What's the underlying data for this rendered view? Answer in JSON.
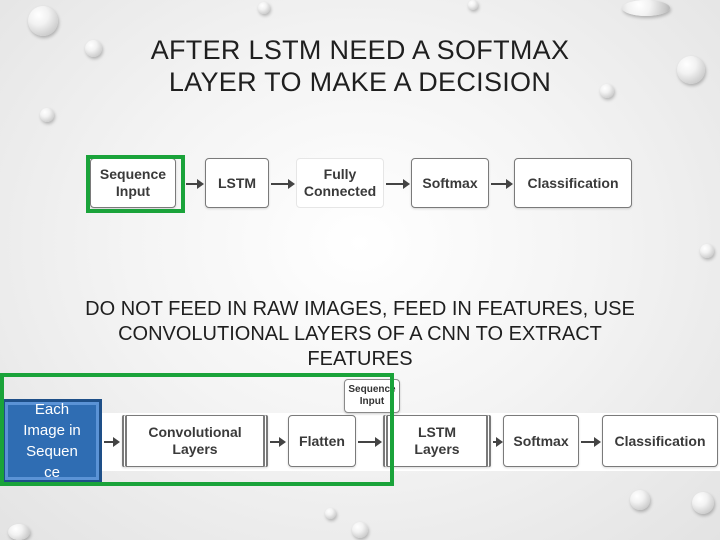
{
  "slide": {
    "title_lines": [
      "AFTER LSTM NEED A SOFTMAX",
      "LAYER TO MAKE A DECISION"
    ],
    "subtitle_lines": [
      "DO NOT FEED IN RAW IMAGES, FEED IN FEATURES, USE",
      "CONVOLUTIONAL LAYERS OF A CNN TO EXTRACT",
      "FEATURES"
    ]
  },
  "diagram_top": {
    "nodes": [
      {
        "lines": [
          "Sequence",
          "Input"
        ]
      },
      {
        "lines": [
          "LSTM"
        ]
      },
      {
        "lines": [
          "Fully",
          "Connected"
        ]
      },
      {
        "lines": [
          "Softmax"
        ]
      },
      {
        "lines": [
          "Classification"
        ]
      }
    ]
  },
  "diagram_bottom": {
    "sequence_input": {
      "lines": [
        "Sequence",
        "Input"
      ]
    },
    "image_box": {
      "lines": [
        "Each",
        "Image in",
        "Sequen",
        "ce"
      ]
    },
    "nodes": [
      {
        "lines": [
          "Convolutional",
          "Layers"
        ]
      },
      {
        "lines": [
          "Flatten"
        ]
      },
      {
        "lines": [
          "LSTM",
          "Layers"
        ]
      },
      {
        "lines": [
          "Softmax"
        ]
      },
      {
        "lines": [
          "Classification"
        ]
      }
    ]
  },
  "colors": {
    "highlight": "#1aa33a",
    "image_box": "#2f6db3"
  }
}
